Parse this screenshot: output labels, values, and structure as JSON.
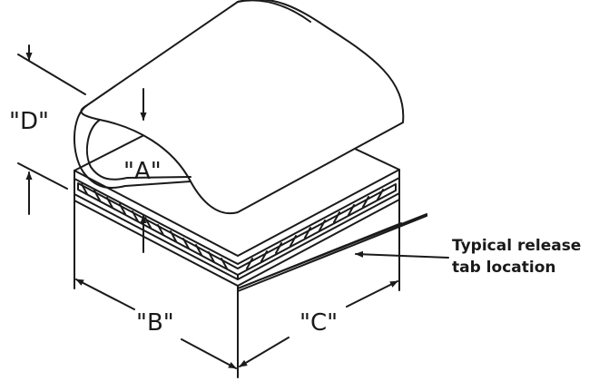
{
  "diagram": {
    "labels": {
      "a": "\"A\"",
      "b": "\"B\"",
      "c": "\"C\"",
      "d": "\"D\""
    },
    "annotation": {
      "line1": "Typical release",
      "line2": "tab location"
    },
    "colors": {
      "stroke": "#1a1a1a",
      "background": "#ffffff"
    }
  }
}
